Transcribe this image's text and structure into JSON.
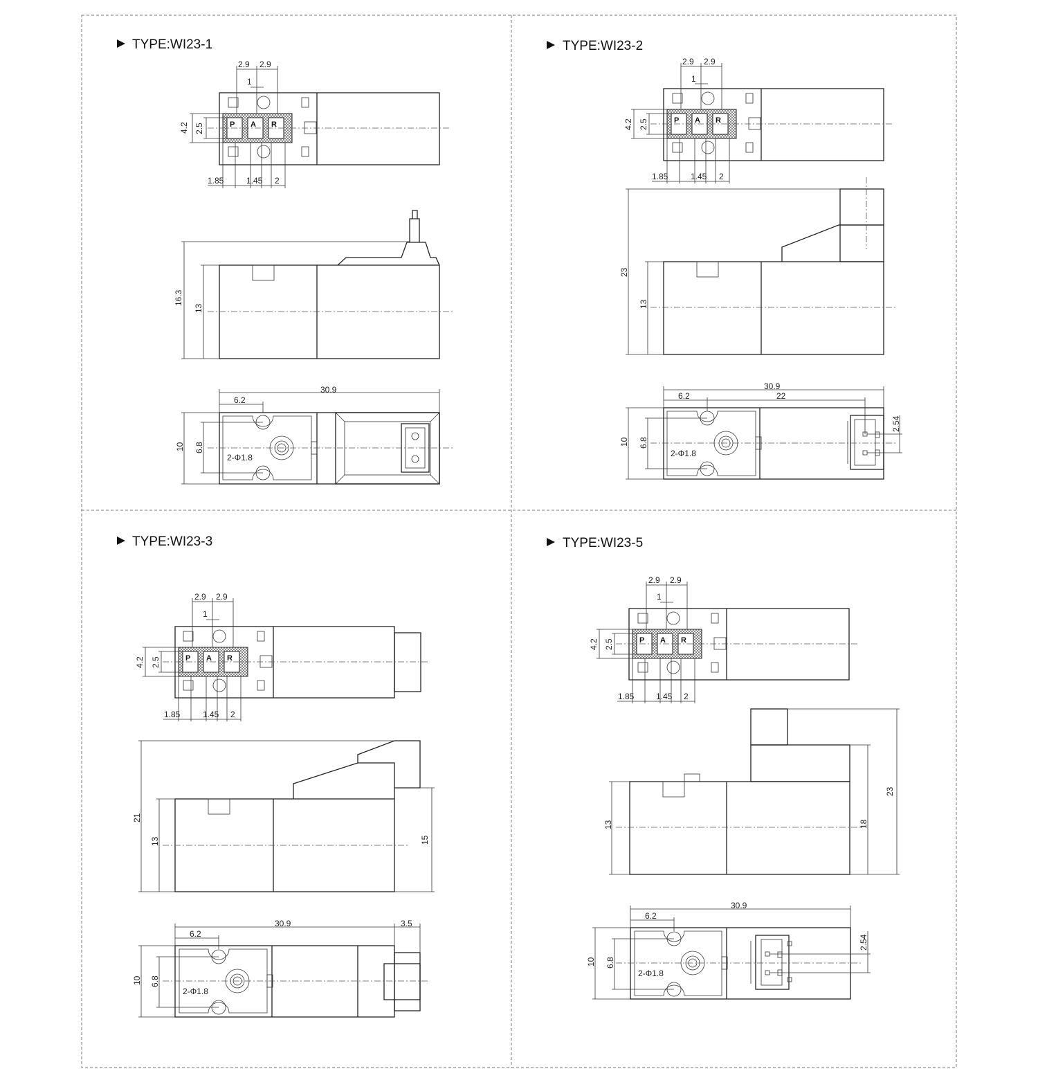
{
  "panels": [
    {
      "title": "TYPE:WI23-1",
      "top_view": {
        "pitch_a": "2.9",
        "pitch_b": "2.9",
        "offset": "1",
        "height_outer": "4.2",
        "height_inner": "2.5",
        "left_gap": "1.85",
        "mid_gap": "1.45",
        "right_gap": "2",
        "ports": [
          "P",
          "A",
          "R"
        ]
      },
      "side_view": {
        "height_total": "16.3",
        "height_body": "13"
      },
      "bottom_view": {
        "length": "30.9",
        "hole_offset": "6.2",
        "width": "10",
        "hole_pitch": "6.8",
        "hole_callout": "2-Φ1.8"
      }
    },
    {
      "title": "TYPE:WI23-2",
      "top_view": {
        "pitch_a": "2.9",
        "pitch_b": "2.9",
        "offset": "1",
        "height_outer": "4.2",
        "height_inner": "2.5",
        "left_gap": "1.85",
        "mid_gap": "1.45",
        "right_gap": "2",
        "ports": [
          "P",
          "A",
          "R"
        ]
      },
      "side_view": {
        "height_total": "23",
        "height_body": "13"
      },
      "bottom_view": {
        "length": "30.9",
        "hole_offset": "6.2",
        "connector_offset": "22",
        "pin_pitch": "2.54",
        "width": "10",
        "hole_pitch": "6.8",
        "hole_callout": "2-Φ1.8"
      }
    },
    {
      "title": "TYPE:WI23-3",
      "top_view": {
        "pitch_a": "2.9",
        "pitch_b": "2.9",
        "offset": "1",
        "height_outer": "4.2",
        "height_inner": "2.5",
        "left_gap": "1.85",
        "mid_gap": "1.45",
        "right_gap": "2",
        "ports": [
          "P",
          "A",
          "R"
        ]
      },
      "side_view": {
        "height_total": "21",
        "height_body": "13",
        "height_connector": "15"
      },
      "bottom_view": {
        "length": "30.9",
        "overhang": "3.5",
        "hole_offset": "6.2",
        "width": "10",
        "hole_pitch": "6.8",
        "hole_callout": "2-Φ1.8"
      }
    },
    {
      "title": "TYPE:WI23-5",
      "top_view": {
        "pitch_a": "2.9",
        "pitch_b": "2.9",
        "offset": "1",
        "height_outer": "4.2",
        "height_inner": "2.5",
        "left_gap": "1.85",
        "mid_gap": "1.45",
        "right_gap": "2",
        "ports": [
          "P",
          "A",
          "R"
        ]
      },
      "side_view": {
        "height_body": "13",
        "height_connector": "18",
        "height_total": "23"
      },
      "bottom_view": {
        "length": "30.9",
        "hole_offset": "6.2",
        "pin_pitch": "2.54",
        "width": "10",
        "hole_pitch": "6.8",
        "hole_callout": "2-Φ1.8"
      }
    }
  ]
}
